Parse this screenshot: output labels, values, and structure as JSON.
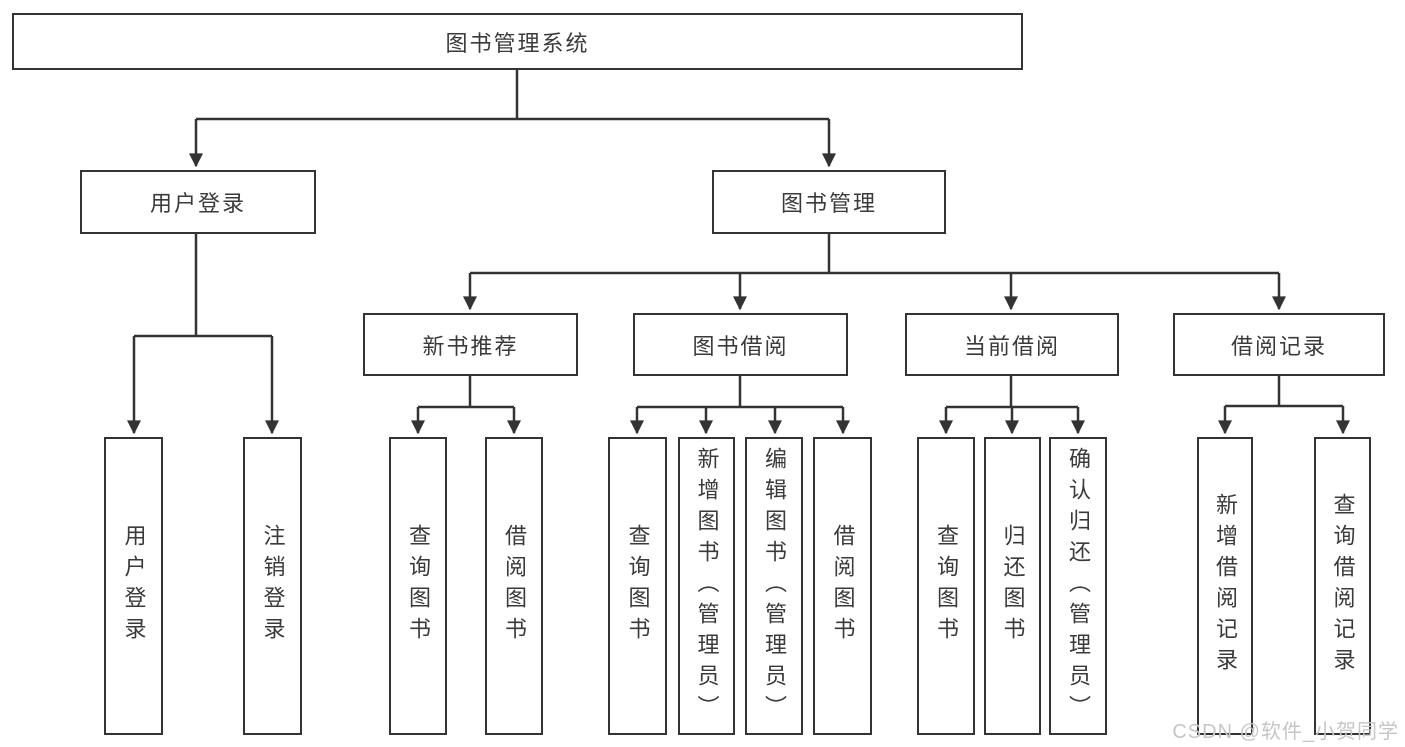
{
  "page": {
    "background": "#ffffff"
  },
  "diagram": {
    "type": "tree",
    "line_color": "#333333",
    "text_color": "#3a3a3a",
    "root": "图书管理系统",
    "branches": [
      {
        "label": "用户登录",
        "children": [
          "用户登录",
          "注销登录"
        ]
      },
      {
        "label": "图书管理",
        "children": [
          {
            "label": "新书推荐",
            "children": [
              "查询图书",
              "借阅图书"
            ]
          },
          {
            "label": "图书借阅",
            "children": [
              "查询图书",
              "新增图书（管理员）",
              "编辑图书（管理员）",
              "借阅图书"
            ]
          },
          {
            "label": "当前借阅",
            "children": [
              "查询图书",
              "归还图书",
              "确认归还（管理员）"
            ]
          },
          {
            "label": "借阅记录",
            "children": [
              "新增借阅记录",
              "查询借阅记录"
            ]
          }
        ]
      }
    ]
  },
  "watermark": {
    "text": "CSDN @软件_小贺同学",
    "color": "#c6c6c6"
  }
}
